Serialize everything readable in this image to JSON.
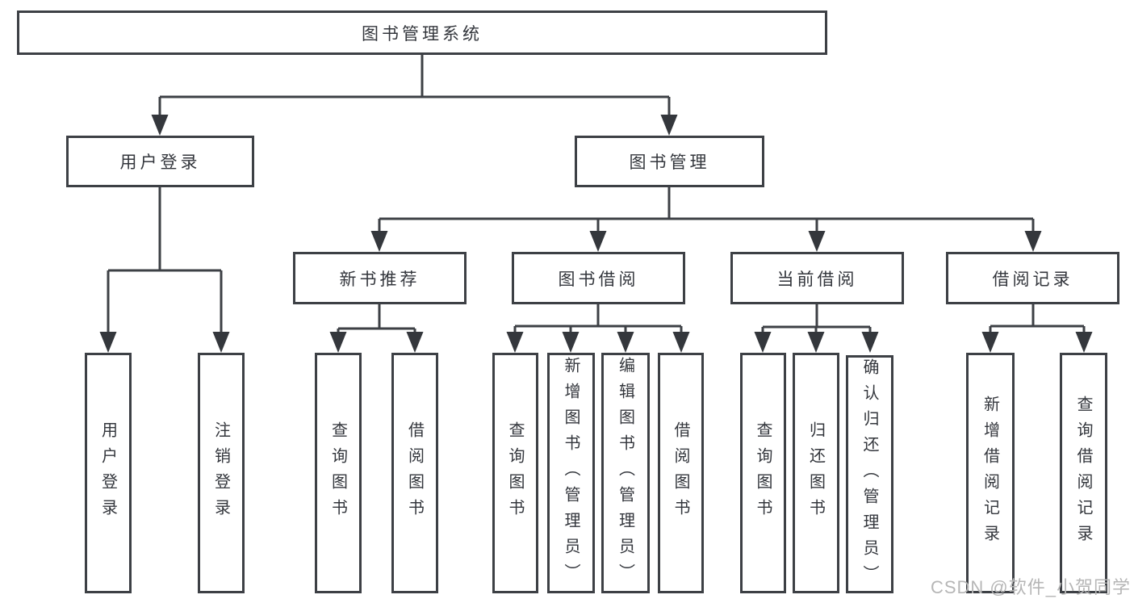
{
  "tree": {
    "label": "图书管理系统",
    "children": [
      {
        "label": "用户登录",
        "children": [
          {
            "label": "用户登录"
          },
          {
            "label": "注销登录"
          }
        ]
      },
      {
        "label": "图书管理",
        "children": [
          {
            "label": "新书推荐",
            "children": [
              {
                "label": "查询图书"
              },
              {
                "label": "借阅图书"
              }
            ]
          },
          {
            "label": "图书借阅",
            "children": [
              {
                "label": "查询图书"
              },
              {
                "label": "新增图书（管理员）"
              },
              {
                "label": "编辑图书（管理员）"
              },
              {
                "label": "借阅图书"
              }
            ]
          },
          {
            "label": "当前借阅",
            "children": [
              {
                "label": "查询图书"
              },
              {
                "label": "归还图书"
              },
              {
                "label": "确认归还（管理员）"
              }
            ]
          },
          {
            "label": "借阅记录",
            "children": [
              {
                "label": "新增借阅记录"
              },
              {
                "label": "查询借阅记录"
              }
            ]
          }
        ]
      }
    ]
  },
  "watermark": "CSDN @软件_小贺同学",
  "colors": {
    "line": "#3d4045",
    "text": "#33363c",
    "watermark": "#b6b6b6",
    "background": "#ffffff"
  }
}
